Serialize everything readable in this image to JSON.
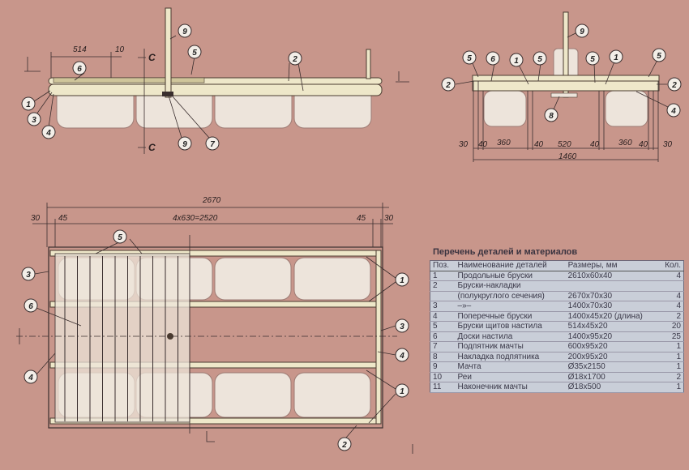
{
  "side_view": {
    "dims": [
      "514",
      "10"
    ],
    "section_marks": [
      "C",
      "C"
    ],
    "callouts": [
      "9",
      "5",
      "2",
      "6",
      "1",
      "3",
      "4",
      "9",
      "7"
    ]
  },
  "front_view": {
    "dims": [
      "30",
      "40",
      "360",
      "40",
      "520",
      "40",
      "360",
      "40",
      "30",
      "1460"
    ],
    "callouts": [
      "9",
      "5",
      "6",
      "1",
      "5",
      "5",
      "1",
      "5",
      "2",
      "2",
      "8",
      "4"
    ]
  },
  "plan_view": {
    "dims": [
      "2670",
      "30",
      "45",
      "4x630=2520",
      "45",
      "30"
    ],
    "callouts": [
      "5",
      "3",
      "6",
      "4",
      "1",
      "3",
      "4",
      "1",
      "2"
    ]
  },
  "parts_table": {
    "title": "Перечень деталей и материалов",
    "headers": {
      "pos": "Поз.",
      "name": "Наименование деталей",
      "size": "Размеры, мм",
      "qty": "Кол."
    },
    "rows": [
      {
        "pos": "1",
        "name": "Продольные бруски",
        "size": "2610x60x40",
        "qty": "4"
      },
      {
        "pos": "2",
        "name": "Бруски-накладки",
        "size": "",
        "qty": ""
      },
      {
        "pos": "",
        "name": "(полукруглого сечения)",
        "size": "2670x70x30",
        "qty": "4"
      },
      {
        "pos": "3",
        "name": "–»–",
        "size": "1400x70x30",
        "qty": "4"
      },
      {
        "pos": "4",
        "name": "Поперечные бруски",
        "size": "1400x45x20 (длина)",
        "qty": "2"
      },
      {
        "pos": "5",
        "name": "Бруски щитов настила",
        "size": "514x45x20",
        "qty": "20"
      },
      {
        "pos": "6",
        "name": "Доски настила",
        "size": "1400x95x20",
        "qty": "25"
      },
      {
        "pos": "7",
        "name": "Подпятник мачты",
        "size": "600x95x20",
        "qty": "1"
      },
      {
        "pos": "8",
        "name": "Накладка подпятника",
        "size": "200x95x20",
        "qty": "1"
      },
      {
        "pos": "9",
        "name": "Мачта",
        "size": "Ø35x2150",
        "qty": "1"
      },
      {
        "pos": "10",
        "name": "Реи",
        "size": "Ø18x1700",
        "qty": "2"
      },
      {
        "pos": "11",
        "name": "Наконечник мачты",
        "size": "Ø18x500",
        "qty": "1"
      }
    ]
  }
}
